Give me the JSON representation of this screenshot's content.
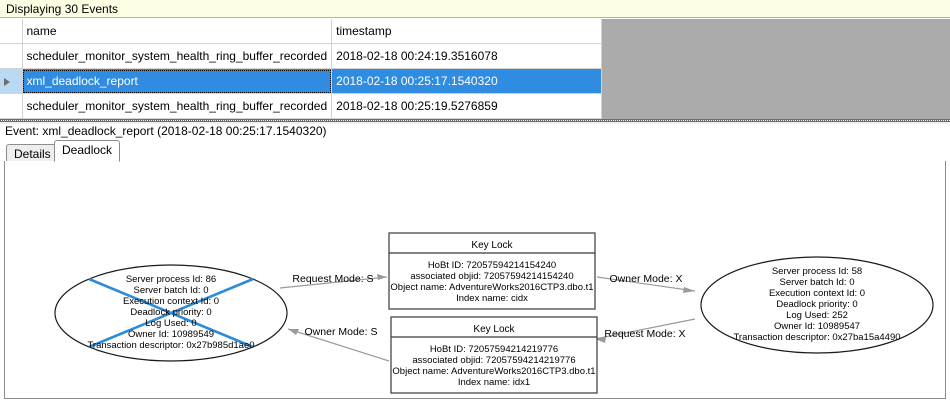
{
  "banner": {
    "text": "Displaying 30 Events"
  },
  "grid": {
    "columns": [
      "",
      "name",
      "timestamp"
    ],
    "rows": [
      {
        "selector": "",
        "name": "scheduler_monitor_system_health_ring_buffer_recorded",
        "timestamp": "2018-02-18 00:24:19.3516078",
        "selected": false
      },
      {
        "selector": "row-arrow-icon",
        "name": "xml_deadlock_report",
        "timestamp": "2018-02-18 00:25:17.1540320",
        "selected": true
      },
      {
        "selector": "",
        "name": "scheduler_monitor_system_health_ring_buffer_recorded",
        "timestamp": "2018-02-18 00:25:19.5276859",
        "selected": false
      }
    ],
    "selection_color": "#2f8ce0",
    "empty_area_color": "#ababab"
  },
  "event_header": {
    "text": "Event: xml_deadlock_report (2018-02-18 00:25:17.1540320)"
  },
  "tabs": [
    {
      "label": "Details",
      "active": false
    },
    {
      "label": "Deadlock",
      "active": true
    }
  ],
  "deadlock_graph": {
    "victim_marker_color": "#2e8bd8",
    "processes": [
      {
        "id": "left-process",
        "is_victim": true,
        "lines": [
          "Server process Id: 86",
          "Server batch Id: 0",
          "Execution context Id: 0",
          "Deadlock priority: 0",
          "Log Used: 0",
          "Owner Id: 10989549",
          "Transaction descriptor: 0x27b985d1ae0"
        ]
      },
      {
        "id": "right-process",
        "is_victim": false,
        "lines": [
          "Server process Id: 58",
          "Server batch Id: 0",
          "Execution context Id: 0",
          "Deadlock priority: 0",
          "Log Used: 252",
          "Owner Id: 10989547",
          "Transaction descriptor: 0x27ba15a4490"
        ]
      }
    ],
    "resources": [
      {
        "id": "top-key-lock",
        "title": "Key Lock",
        "lines": [
          "HoBt ID: 72057594214154240",
          "associated objid: 72057594214154240",
          "Object name: AdventureWorks2016CTP3.dbo.t1",
          "Index name: cidx"
        ]
      },
      {
        "id": "bottom-key-lock",
        "title": "Key Lock",
        "lines": [
          "HoBt ID: 72057594214219776",
          "associated objid: 72057594214219776",
          "Object name: AdventureWorks2016CTP3.dbo.t1",
          "Index name: idx1"
        ]
      }
    ],
    "edges": [
      {
        "id": "edge-left-request-top",
        "label": "Request Mode: S"
      },
      {
        "id": "edge-top-owner-right",
        "label": "Owner Mode: X"
      },
      {
        "id": "edge-bottom-owner-left",
        "label": "Owner Mode: S"
      },
      {
        "id": "edge-right-request-bottom",
        "label": "Request Mode: X"
      }
    ]
  }
}
